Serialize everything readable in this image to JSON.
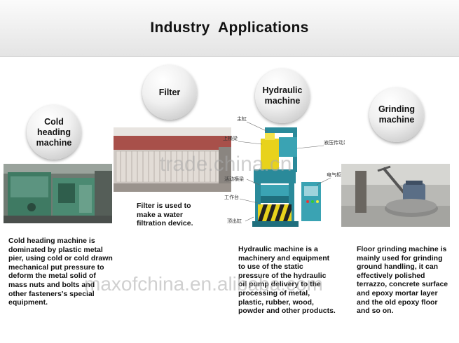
{
  "header": {
    "title": "Industry  Applications"
  },
  "sections": [
    {
      "bubble": "Cold\nheading\nmachine",
      "description": "Cold heading machine is dominated by plastic metal pier, using cold or cold drawn mechanical put pressure to deform the metal solid of mass nuts and bolts and other fasteners's special equipment."
    },
    {
      "bubble": "Filter",
      "description": "Filter is used to make a water filtration device."
    },
    {
      "bubble": "Hydraulic\nmachine",
      "description": "Hydraulic machine is a machinery and equipment to use of the static pressure of the hydraulic oil pump delivery to the processing of metal, plastic, rubber, wood, powder and other products.",
      "callouts": [
        "主缸",
        "上横梁",
        "液压传动系统",
        "活动横梁",
        "电气柜",
        "工作台",
        "顶出缸"
      ]
    },
    {
      "bubble": "Grinding\nmachine",
      "description": "Floor grinding machine is mainly used for grinding ground handling, it can effectively polished terrazzo, concrete surface and epoxy mortar layer and the old epoxy floor and so on."
    }
  ],
  "watermarks": [
    "trade.china.cn",
    "maxofchina.en.alibaba.com"
  ]
}
